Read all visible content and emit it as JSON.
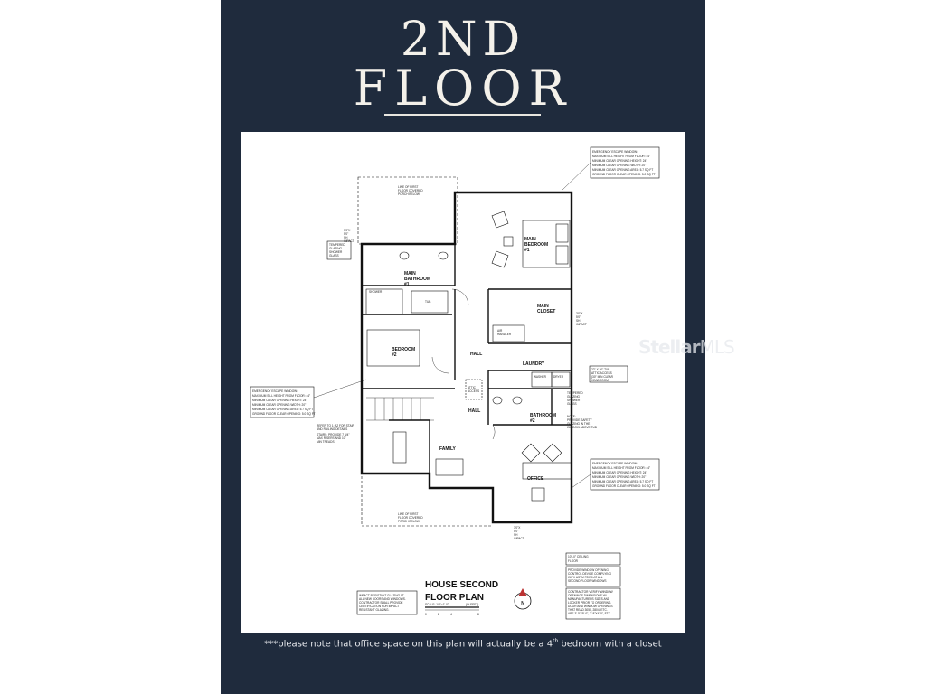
{
  "header": {
    "line1": "2ND",
    "line2": "FLOOR"
  },
  "plan": {
    "title_line1": "HOUSE SECOND",
    "title_line2": "FLOOR PLAN",
    "scale": "SCALE: 1/4\"=1'-0\"",
    "scale_units": "(IN FEET)",
    "scale_ticks": [
      "0",
      "2",
      "4",
      "8"
    ],
    "north": "N",
    "rooms": {
      "main_bedroom": [
        "MAIN",
        "BEDROOM",
        "#1"
      ],
      "main_bathroom": [
        "MAIN",
        "BATHROOM",
        "#1"
      ],
      "main_closet": [
        "MAIN",
        "CLOSET"
      ],
      "bedroom2": [
        "BEDROOM",
        "#2"
      ],
      "hall_upper": "HALL",
      "hall_lower": "HALL",
      "laundry": "LAUNDRY",
      "bathroom2": [
        "BATHROOM",
        "#2"
      ],
      "family": "FAMILY",
      "office": "OFFICE",
      "air_handler": [
        "AIR",
        "HANDLER"
      ],
      "attic_access": [
        "ATTIC",
        "ACCESS"
      ],
      "tub": "TUB",
      "shower": "SHOWER",
      "washer": "WASHER",
      "dryer": "DRYER"
    },
    "porch_note": [
      "LINE OF FIRST",
      "FLOOR COVERED",
      "PORCH BELOW"
    ],
    "window_note": [
      "3'0\"X",
      "5'0\"",
      "SH",
      "IMPACT"
    ],
    "notes": {
      "egress": [
        "EMERGENCY ESCAPE WINDOW:",
        "MAXIMUM SILL HEIGHT FROM FLOOR: 44\"",
        "MINIMUM CLEAR OPENING HEIGHT: 24\"",
        "MINIMUM CLEAR OPENING WIDTH: 20\"",
        "MINIMUM CLEAR OPENING AREA: 5.7 SQ FT",
        "GROUND FLOOR CLEAR OPENING: 5.0 SQ FT"
      ],
      "tempered": [
        "TEMPERED",
        "GLAZING",
        "SHOWER",
        "GLASS"
      ],
      "impact": [
        "IMPACT RESISTANT GLAZING AT",
        "ALL NEW DOORS AND WINDOWS.",
        "CONTRACTOR SHALL PROVIDE",
        "CERTIFICATION FOR IMPACT",
        "RESISTANT GLAZING."
      ],
      "ceiling": [
        "10' -0\" CEILING",
        "FLOOR"
      ],
      "window_control": [
        "PROVIDE WINDOW OPENING",
        "CONTROL DEVICE COMPLYING",
        "WITH ASTM F2090 AT ALL",
        "SECOND FLOOR WINDOWS"
      ],
      "contractor": [
        "CONTRACTOR VERIFY WINDOW",
        "OPENINGS DIMENSIONS W/",
        "MANUFACTURERS SIZES AND",
        "LOCKER PRIOR TO ORDERING.",
        "DOOR AND WINDOW OPENINGS",
        "THAT READ 3050, 2804, ETC.",
        "ARE 3'-0\"X5'-0\", 2'-8\"X4'-0\", ETC."
      ],
      "attic": [
        "22\" X 30\" TYP.",
        "ATTIC ACCESS",
        "(30\" MIN CLEAR",
        "HEADROOM)"
      ],
      "stairs": [
        "REFER TO 1: A2 FOR STAIR",
        "AND RAILING DETAILS",
        "STAIRS: PROVIDE 7 3/4\"",
        "MAX RISERS AND 10\"",
        "MIN TREADS"
      ],
      "safety_glass": [
        "NOTE:",
        "PROVIDE SAFETY",
        "GLAZING IN THE",
        "WINDOW ABOVE TUB"
      ]
    }
  },
  "footer": {
    "prefix": "***please note that office space on this plan will actually be a 4",
    "sup": "th",
    "suffix": " bedroom with a closet"
  },
  "watermark": {
    "bold": "Stellar",
    "light": "MLS"
  },
  "colors": {
    "background": "#1f2b3d",
    "sheet": "#ffffff",
    "title": "#f4f1ea"
  }
}
